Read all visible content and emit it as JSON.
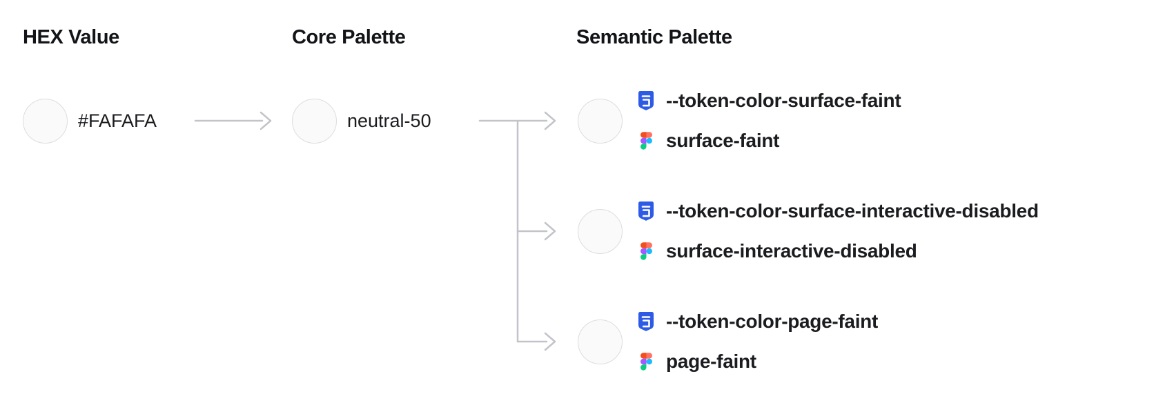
{
  "headers": {
    "hex": "HEX Value",
    "core": "Core Palette",
    "semantic": "Semantic Palette"
  },
  "hex_node": {
    "value": "#FAFAFA"
  },
  "core_node": {
    "name": "neutral-50"
  },
  "semantic_rows": [
    {
      "css_token": "--token-color-surface-faint",
      "figma_name": "surface-faint"
    },
    {
      "css_token": "--token-color-surface-interactive-disabled",
      "figma_name": "surface-interactive-disabled"
    },
    {
      "css_token": "--token-color-page-faint",
      "figma_name": "page-faint"
    }
  ],
  "colors": {
    "background": "#FFFFFF",
    "text_heading": "#121418",
    "text_body": "#1B1C1F",
    "swatch_fill": "#FAFAFA",
    "swatch_border": "#DCDDE1",
    "connector": "#C2C4CA",
    "css_icon_blue": "#2E5BE6",
    "figma_orange": "#F24E1E",
    "figma_salmon": "#FF7262",
    "figma_purple": "#A259FF",
    "figma_blue": "#1ABCFE",
    "figma_green": "#0ACF83"
  }
}
